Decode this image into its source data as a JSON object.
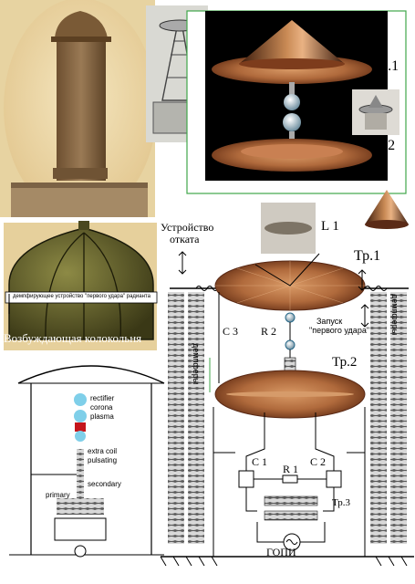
{
  "colors": {
    "panel_bg": "#e9d6a7",
    "tower_brick": "#8a6a44",
    "dome_green": "#5c5a28",
    "copper": "#b06a3c",
    "copper_dark": "#5a2a16",
    "frame_green": "#3fa64a"
  },
  "top_right": {
    "l1": "L 1",
    "tp1": "Тр.1",
    "r2": "R 2",
    "tp2": "Тр.2"
  },
  "dome": {
    "damper_caption": "демпфирующее устройство \"первого удара\" радианта",
    "title": "Возбуждающая колокольня"
  },
  "main": {
    "rollback_line1": "Устройство",
    "rollback_line2": "отката",
    "l1": "L 1",
    "tp1": "Тр.1",
    "c3": "С 3",
    "r2": "R 2",
    "launch_line1": "Запуск",
    "launch_line2": "\"первого удара\"",
    "tp2": "Тр.2",
    "dampers_left": "демпферы",
    "dampers_right": "демпферы",
    "c1": "С 1",
    "c2": "С 2",
    "r1": "R 1",
    "tp3": "Тр.3",
    "gopi": "ГОПИ"
  },
  "sketch": {
    "rectifier": "rectifier",
    "corona": "corona",
    "plasma": "plasma",
    "extra_coil": "extra coil",
    "pulsating": "pulsating",
    "secondary": "secondary",
    "primary": "primary"
  }
}
